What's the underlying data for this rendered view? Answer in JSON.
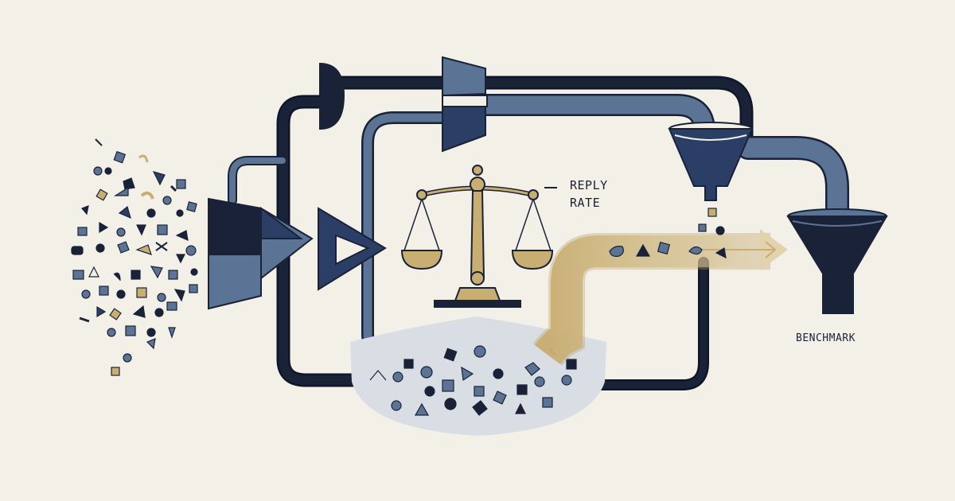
{
  "diagram": {
    "metric_label_line1": "REPLY",
    "metric_label_line2": "RATE",
    "benchmark_label": "BENCHMARK"
  },
  "palette": {
    "background": "#f3f0e8",
    "navy": "#1a2238",
    "dark_blue": "#2b3f66",
    "slate": "#5b7394",
    "gold": "#c9ae72",
    "mist": "#d9dde4"
  },
  "icons": {
    "scale": "balance-scale-icon",
    "funnel": "funnel-icon",
    "arrow": "arrow-right-icon"
  }
}
